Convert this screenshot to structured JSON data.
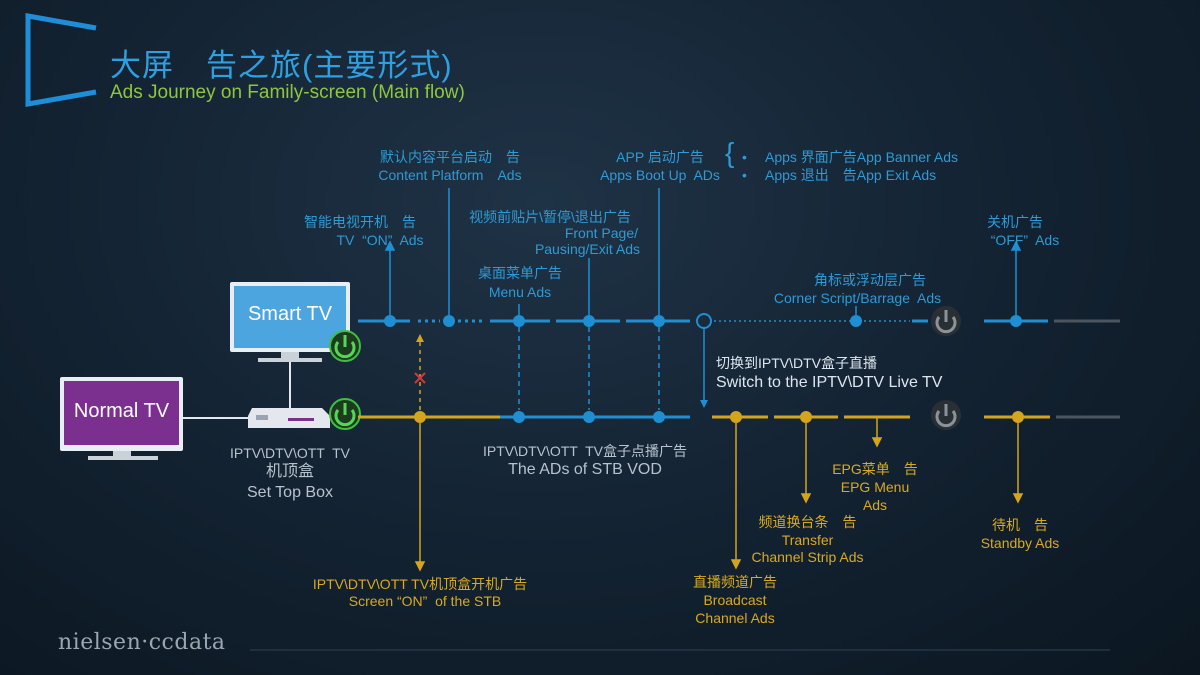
{
  "title": {
    "cn": "大屏　告之旅(主要形式)",
    "en": "Ads Journey on Family-screen (Main flow)"
  },
  "devices": {
    "smart_tv": "Smart TV",
    "normal_tv": "Normal TV",
    "stb_line1": "IPTV\\DTV\\OTT  TV",
    "stb_line2": "机顶盒",
    "stb_line3": "Set Top Box"
  },
  "top_labels": {
    "content_platform_cn": "默认内容平台启动　告",
    "content_platform_en": "Content Platform　Ads",
    "app_boot_cn": "APP 启动广告",
    "app_boot_en": "Apps Boot Up  ADs",
    "app_banner": "Apps 界面广告App Banner Ads",
    "app_exit": "Apps 退出　告App Exit Ads",
    "tv_on_cn": "智能电视开机　告",
    "tv_on_en": "TV  “ON”  Ads",
    "video_cn": "视频前贴片\\暂停\\退出广告",
    "video_en1": "Front Page/",
    "video_en2": "Pausing/Exit Ads",
    "tv_off_cn": "关机广告",
    "tv_off_en": "“OFF”  Ads",
    "menu_cn": "桌面菜单广告",
    "menu_en": "Menu Ads",
    "corner_cn": "角标或浮动层广告",
    "corner_en": "Corner Script/Barrage  Ads"
  },
  "switch_labels": {
    "cn": "切换到IPTV\\DTV盒子直播",
    "en": "Switch to the IPTV\\DTV Live TV"
  },
  "vod_labels": {
    "cn": "IPTV\\DTV\\OTT  TV盒子点播广告",
    "en": "The ADs of STB VOD"
  },
  "bottom_labels": {
    "stb_on_cn": "IPTV\\DTV\\OTT TV机顶盒开机广告",
    "stb_on_en": "Screen “ON”  of the STB",
    "broadcast_cn": "直播频道广告",
    "broadcast_en1": "Broadcast",
    "broadcast_en2": "Channel Ads",
    "channel_cn": "频道换台条　告",
    "channel_en1": "Transfer",
    "channel_en2": "Channel Strip Ads",
    "epg_cn": "EPG菜单　告",
    "epg_en1": "EPG Menu",
    "epg_en2": "Ads",
    "standby_cn": "待机　告",
    "standby_en": "Standby Ads"
  },
  "footer": {
    "brand": "nielsen·ccdata"
  },
  "colors": {
    "blue": "#1e8fd2",
    "gold": "#d4a51c",
    "green": "#3fbf3f",
    "purple": "#6b2d82"
  }
}
